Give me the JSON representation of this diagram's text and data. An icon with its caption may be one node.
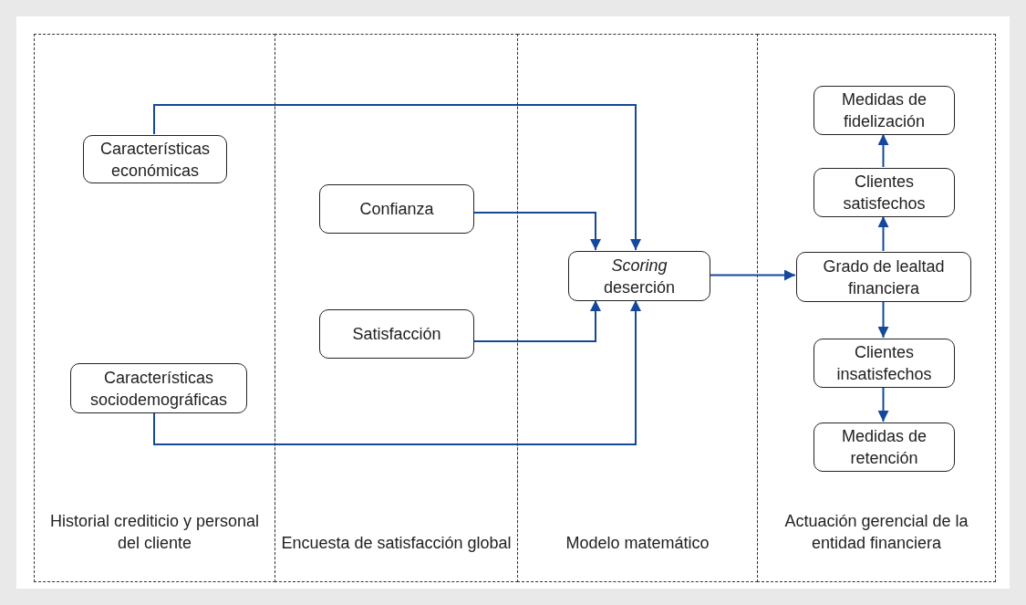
{
  "diagram": {
    "nodes": [
      {
        "text": [
          "Historial crediticio y personal del cliente"
        ]
      },
      {
        "text": [
          "Características económicas"
        ],
        "in": 0
      },
      {
        "text": [
          "Características sociodemográficas"
        ],
        "in": 0
      },
      {
        "text": [
          "Encuesta de satisfacción global"
        ]
      },
      {
        "text": [
          "Confianza"
        ],
        "in": 3
      },
      {
        "text": [
          "Satisfacción"
        ],
        "in": 3
      },
      {
        "text": [
          "Modelo matemático"
        ]
      },
      {
        "text": [
          "*Scoring* deserción"
        ],
        "in": 6
      },
      {
        "text": [
          "Actuación gerencial de la entidad financiera"
        ]
      },
      {
        "text": [
          "Medidas de fidelización"
        ],
        "in": 8
      },
      {
        "text": [
          "Clientes satisfechos"
        ],
        "in": 8
      },
      {
        "text": [
          "Grado de lealtad financiera"
        ],
        "in": 8
      },
      {
        "text": [
          "Clientes insatisfechos"
        ],
        "in": 8
      },
      {
        "text": [
          "Medidas de retención"
        ],
        "in": 8
      }
    ],
    "edges": [
      {
        "from": 1,
        "to": 7,
        "arrow": "to"
      },
      {
        "from": 4,
        "to": 7,
        "arrow": "to"
      },
      {
        "from": 5,
        "to": 7,
        "arrow": "to"
      },
      {
        "from": 2,
        "to": 7,
        "arrow": "to"
      },
      {
        "from": 7,
        "to": 11,
        "arrow": "to"
      },
      {
        "from": 11,
        "to": 10,
        "arrow": "to"
      },
      {
        "from": 10,
        "to": 9,
        "arrow": "to"
      },
      {
        "from": 11,
        "to": 12,
        "arrow": "to"
      },
      {
        "from": 12,
        "to": 13,
        "arrow": "to"
      }
    ]
  }
}
